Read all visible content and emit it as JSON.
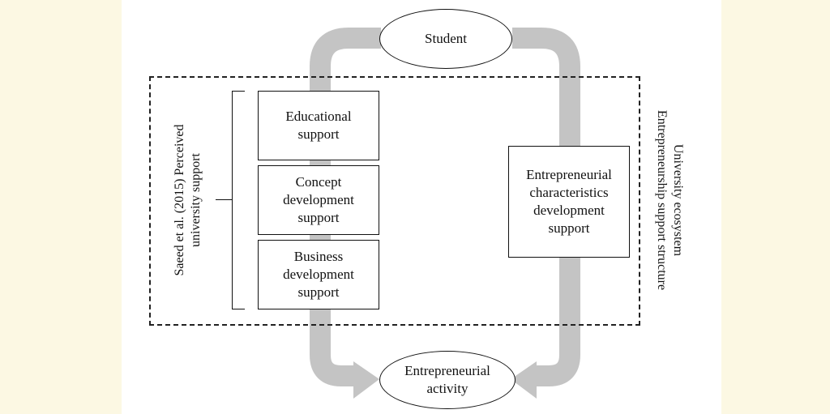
{
  "nodes": {
    "student": "Student",
    "educational_support": "Educational\nsupport",
    "concept_support": "Concept\ndevelopment\nsupport",
    "business_support": "Business\ndevelopment\nsupport",
    "entrepreneurial_characteristics": "Entrepreneurial\ncharacteristics\ndevelopment\nsupport",
    "entrepreneurial_activity": "Entrepreneurial\nactivity"
  },
  "labels": {
    "left_bracket": "Saeed et al. (2015) Perceived\nuniversity support",
    "right_frame": "University ecosystem\nEntrepreneurship support structure"
  },
  "colors": {
    "background": "#fcf8e3",
    "arrow": "#c4c4c4",
    "frame": "#222222"
  }
}
